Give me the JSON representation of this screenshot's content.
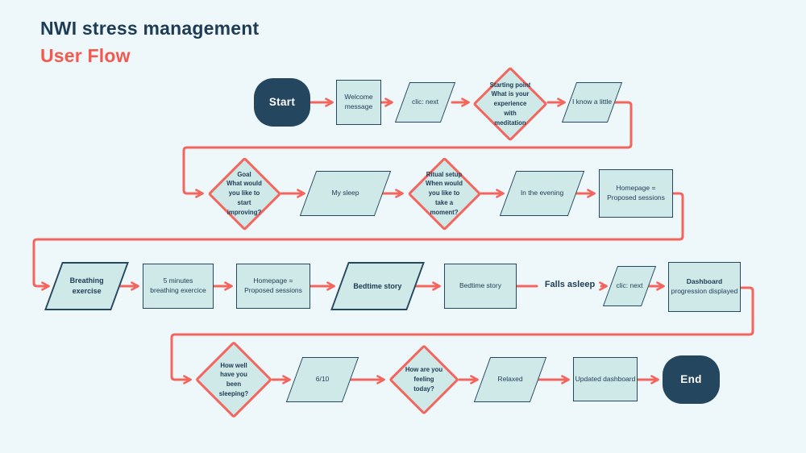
{
  "header": {
    "title": "NWI stress management",
    "subtitle": "User Flow"
  },
  "colors": {
    "background": "#eef8fa",
    "node_fill": "#cfe8e8",
    "navy": "#24465e",
    "coral": "#f3655d"
  },
  "flowchart": {
    "start_label": "Start",
    "end_label": "End",
    "falls_asleep_label": "Falls asleep",
    "nodes": {
      "welcome": {
        "label": "Welcome\nmessage"
      },
      "clic_next_1": {
        "label": "clic: next"
      },
      "starting_point": {
        "label": "Starting point\nWhat is your\nexperience\nwith\nmeditation"
      },
      "i_know_a_little": {
        "label": "I know a little"
      },
      "goal": {
        "label": "Goal\nWhat would\nyou like to\nstart\nimproving?"
      },
      "my_sleep": {
        "label": "My sleep"
      },
      "ritual_setup": {
        "label": "Ritual setup\nWhen would\nyou like to\ntake a\nmoment?"
      },
      "in_the_evening": {
        "label": "In the evening"
      },
      "homepage_1": {
        "label": "Homepage =\nProposed sessions"
      },
      "breathing_exercise": {
        "label": "Breathing exercise"
      },
      "five_minutes": {
        "label": "5 minutes\nbreathing exercice"
      },
      "homepage_2": {
        "label": "Homepage =\nProposed sessions"
      },
      "bedtime_story_action": {
        "label": "Bedtime story"
      },
      "bedtime_story_screen": {
        "label": "Bedtime story"
      },
      "clic_next_2": {
        "label": "clic: next"
      },
      "dashboard": {
        "title": "Dashboard",
        "subtitle": "progression displayed"
      },
      "sleep_rating": {
        "label": "How well\nhave you\nbeen\nsleeping?"
      },
      "six_of_ten": {
        "label": "6/10"
      },
      "feeling_today": {
        "label": "How are you\nfeeling\ntoday?"
      },
      "relaxed": {
        "label": "Relaxed"
      },
      "updated_dashboard": {
        "label": "Updated dashboard"
      }
    }
  }
}
